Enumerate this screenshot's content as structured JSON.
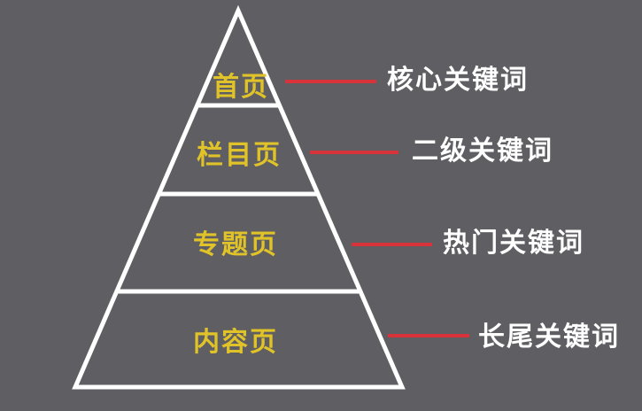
{
  "colors": {
    "background": "#5f5e63",
    "outline": "#ffffff",
    "tier_text": "#e0c329",
    "connector": "#d8333a",
    "keyword_text": "#ffffff"
  },
  "tiers": [
    {
      "label": "首页",
      "keyword": "核心关键词"
    },
    {
      "label": "栏目页",
      "keyword": "二级关键词"
    },
    {
      "label": "专题页",
      "keyword": "热门关键词"
    },
    {
      "label": "内容页",
      "keyword": "长尾关键词"
    }
  ]
}
